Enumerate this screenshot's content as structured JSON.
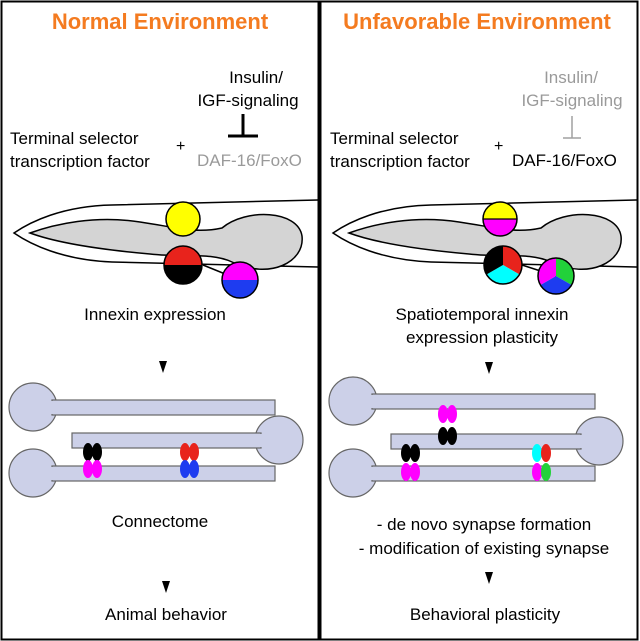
{
  "colors": {
    "title": "#f47b20",
    "panel_border": "#000000",
    "worm_fill": "#d4d4d4",
    "neuron_fill": "#ccd0e8",
    "inactive_text": "#9a9a9a",
    "yellow": "#ffff00",
    "red": "#e8231c",
    "black": "#000000",
    "magenta": "#ff00ff",
    "blue": "#1e3cf0",
    "cyan": "#00ffff",
    "green": "#22d13a"
  },
  "left_panel": {
    "title": "Normal Environment",
    "signaling_line1": "Insulin/",
    "signaling_line2": "IGF-signaling",
    "selector_line1": "Terminal selector",
    "selector_line2": "transcription factor",
    "plus": "+",
    "daf16": "DAF-16/FoxO",
    "expression": "Innexin expression",
    "connectome": "Connectome",
    "behavior": "Animal behavior"
  },
  "right_panel": {
    "title": "Unfavorable Environment",
    "signaling_line1": "Insulin/",
    "signaling_line2": "IGF-signaling",
    "selector_line1": "Terminal selector",
    "selector_line2": "transcription factor",
    "plus": "+",
    "daf16": "DAF-16/FoxO",
    "expression_line1": "Spatiotemporal innexin",
    "expression_line2": "expression plasticity",
    "synapse_line1": "- de novo synapse formation",
    "synapse_line2": "- modification of existing synapse",
    "behavior": "Behavioral plasticity"
  }
}
